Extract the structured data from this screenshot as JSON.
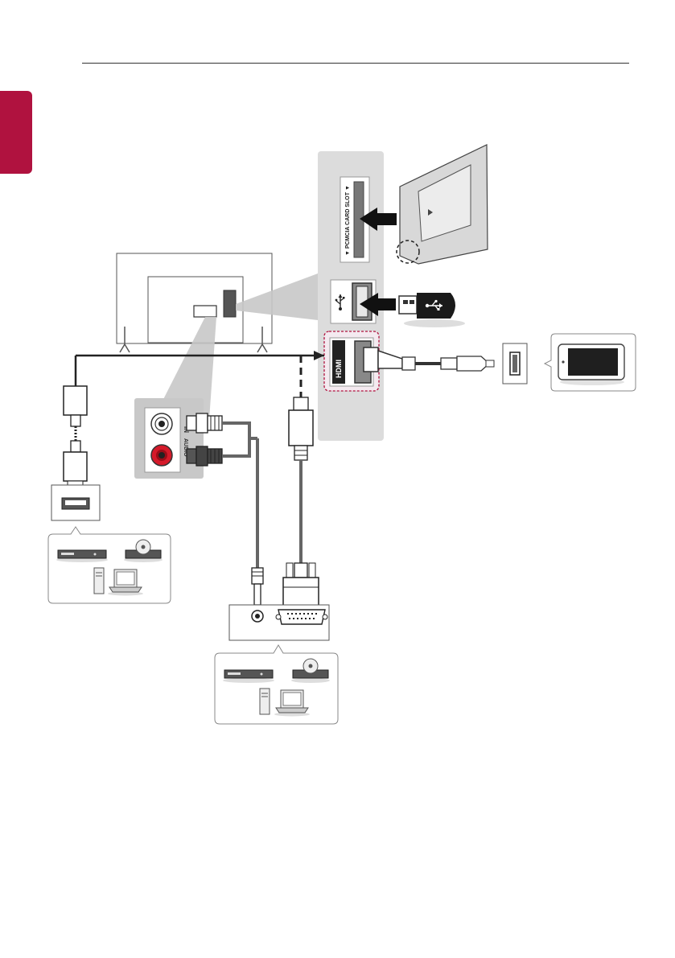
{
  "page": {
    "accent_color": "#b0123f"
  },
  "panel": {
    "pcmcia_label": "▼ PCMCIA CARD SLOT ▼",
    "hdmi_label": "HDMI"
  },
  "audio_in": {
    "label_in": "IN",
    "label_audio": "AUDIO"
  },
  "icons": {
    "usb": "usb-icon",
    "ci_card": "ci-module-card",
    "usb_stick": "usb-memory-stick",
    "smartphone": "smartphone-icon",
    "dvd_player": "dvd-player-icon",
    "set_top_box": "set-top-box-icon",
    "desktop": "desktop-pc-icon",
    "laptop": "laptop-icon"
  }
}
